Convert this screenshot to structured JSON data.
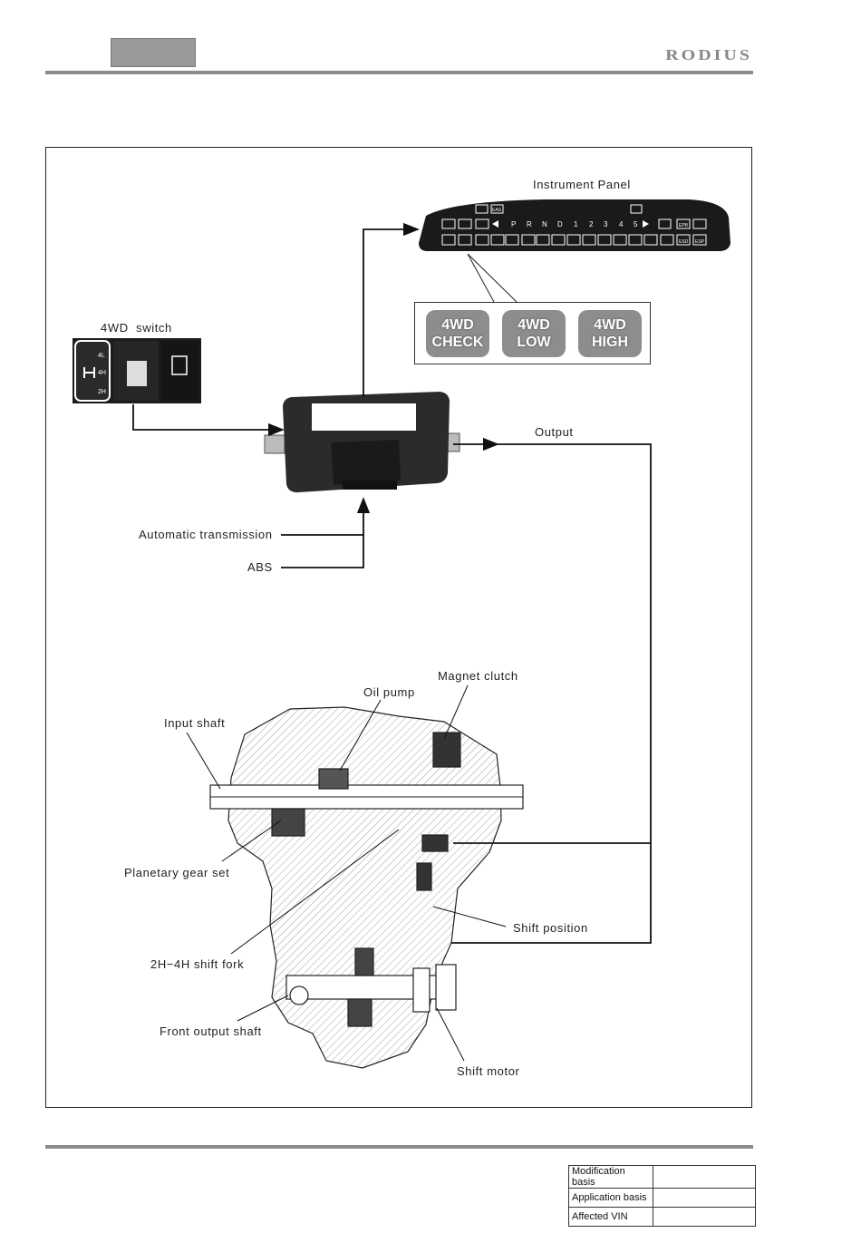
{
  "header": {
    "brand": "RODIUS"
  },
  "diagram": {
    "instrument_panel_label": "Instrument Panel",
    "panel_gear_row": [
      "P",
      "R",
      "N",
      "D",
      "1",
      "2",
      "3",
      "4",
      "5"
    ],
    "panel_small_icons": [
      "EAS",
      "EPB",
      "ESD",
      "ESP"
    ],
    "indicator_lamps": [
      {
        "line1": "4WD",
        "line2": "CHECK"
      },
      {
        "line1": "4WD",
        "line2": "LOW"
      },
      {
        "line1": "4WD",
        "line2": "HIGH"
      }
    ],
    "switch_label": "4WD  switch",
    "switch_marks": [
      "4L",
      "4H",
      "2H"
    ],
    "output_label": "Output",
    "inputs": [
      "Automatic transmission",
      "ABS"
    ],
    "parts": {
      "magnet_clutch": "Magnet clutch",
      "oil_pump": "Oil pump",
      "input_shaft": "Input shaft",
      "planetary_gear_set": "Planetary gear set",
      "shift_position": "Shift position",
      "shift_fork": "2H−4H shift fork",
      "front_output_shaft": "Front output shaft",
      "shift_motor": "Shift motor"
    }
  },
  "footer_table": {
    "rows": [
      {
        "label": "Modification basis",
        "value": ""
      },
      {
        "label": "Application basis",
        "value": ""
      },
      {
        "label": "Affected VIN",
        "value": ""
      }
    ]
  },
  "colors": {
    "rule": "#8c8c8c",
    "lamp": "#8d8d8d",
    "panel": "#1a1a1a"
  }
}
